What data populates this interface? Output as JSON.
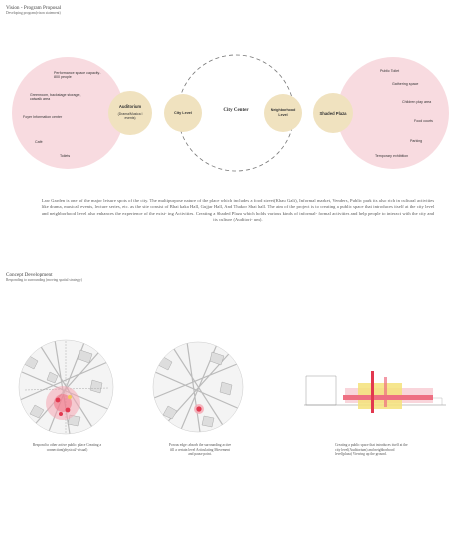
{
  "header": {
    "title": "Vision - Program Proposal",
    "subtitle": "Developing program(vison statement)"
  },
  "diagram": {
    "center_label": "City Center",
    "left_node": "City Level",
    "right_node": "Neighborhood Level",
    "left_hub": "Auditorium",
    "left_hub_sub": "(Drama/Musica l events)",
    "right_hub": "Shaded Plaza",
    "left_items": [
      "Performance space capacity- 800 people",
      "Greenroom, backstage storage, catwalk area",
      "Foyer Information center",
      "Café",
      "Toilets"
    ],
    "right_items": [
      "Public Toilet",
      "Gathering space",
      "Children play area",
      "Food courts",
      "Parking",
      "Temporary exhibition"
    ],
    "colors": {
      "pink": "#f8dbe0",
      "tan": "#f0e2bf"
    }
  },
  "paragraph": "Law Garden is one of the major leisure spots of the city. The multipurpose nature of the place which includes a food street(Khau Gali), Informal market, Venders, Public park its also rich in cultural activities like drama, musical events, lecture series, etc. as the site consist of Bhai kaka Hall, Gujjar Hall, And Thakor Shai hall. The aim of the project is to creating a public space that introduces itself at the city level and neighborhood level also enhances the experience of the exist- ing Activities. Creating a Shaded Plaza which holds various kinds of informal- formal activities and help people to interact with the city and its culture (Auditori- um).",
  "concept": {
    "title": "Concept Development",
    "subtitle": "Responding to surrounding (moving spatial strategy)",
    "captions": [
      "Respond to other active public place Creating a connection(physical/ visual)",
      "Porous edge: absorb the surrounding active fill a certain level Articulating Movement and pause point.",
      "Creating a public space that introduces itself at the city level(Auditorium) and neighborhood level(plaza) Viewing up the ground."
    ]
  }
}
